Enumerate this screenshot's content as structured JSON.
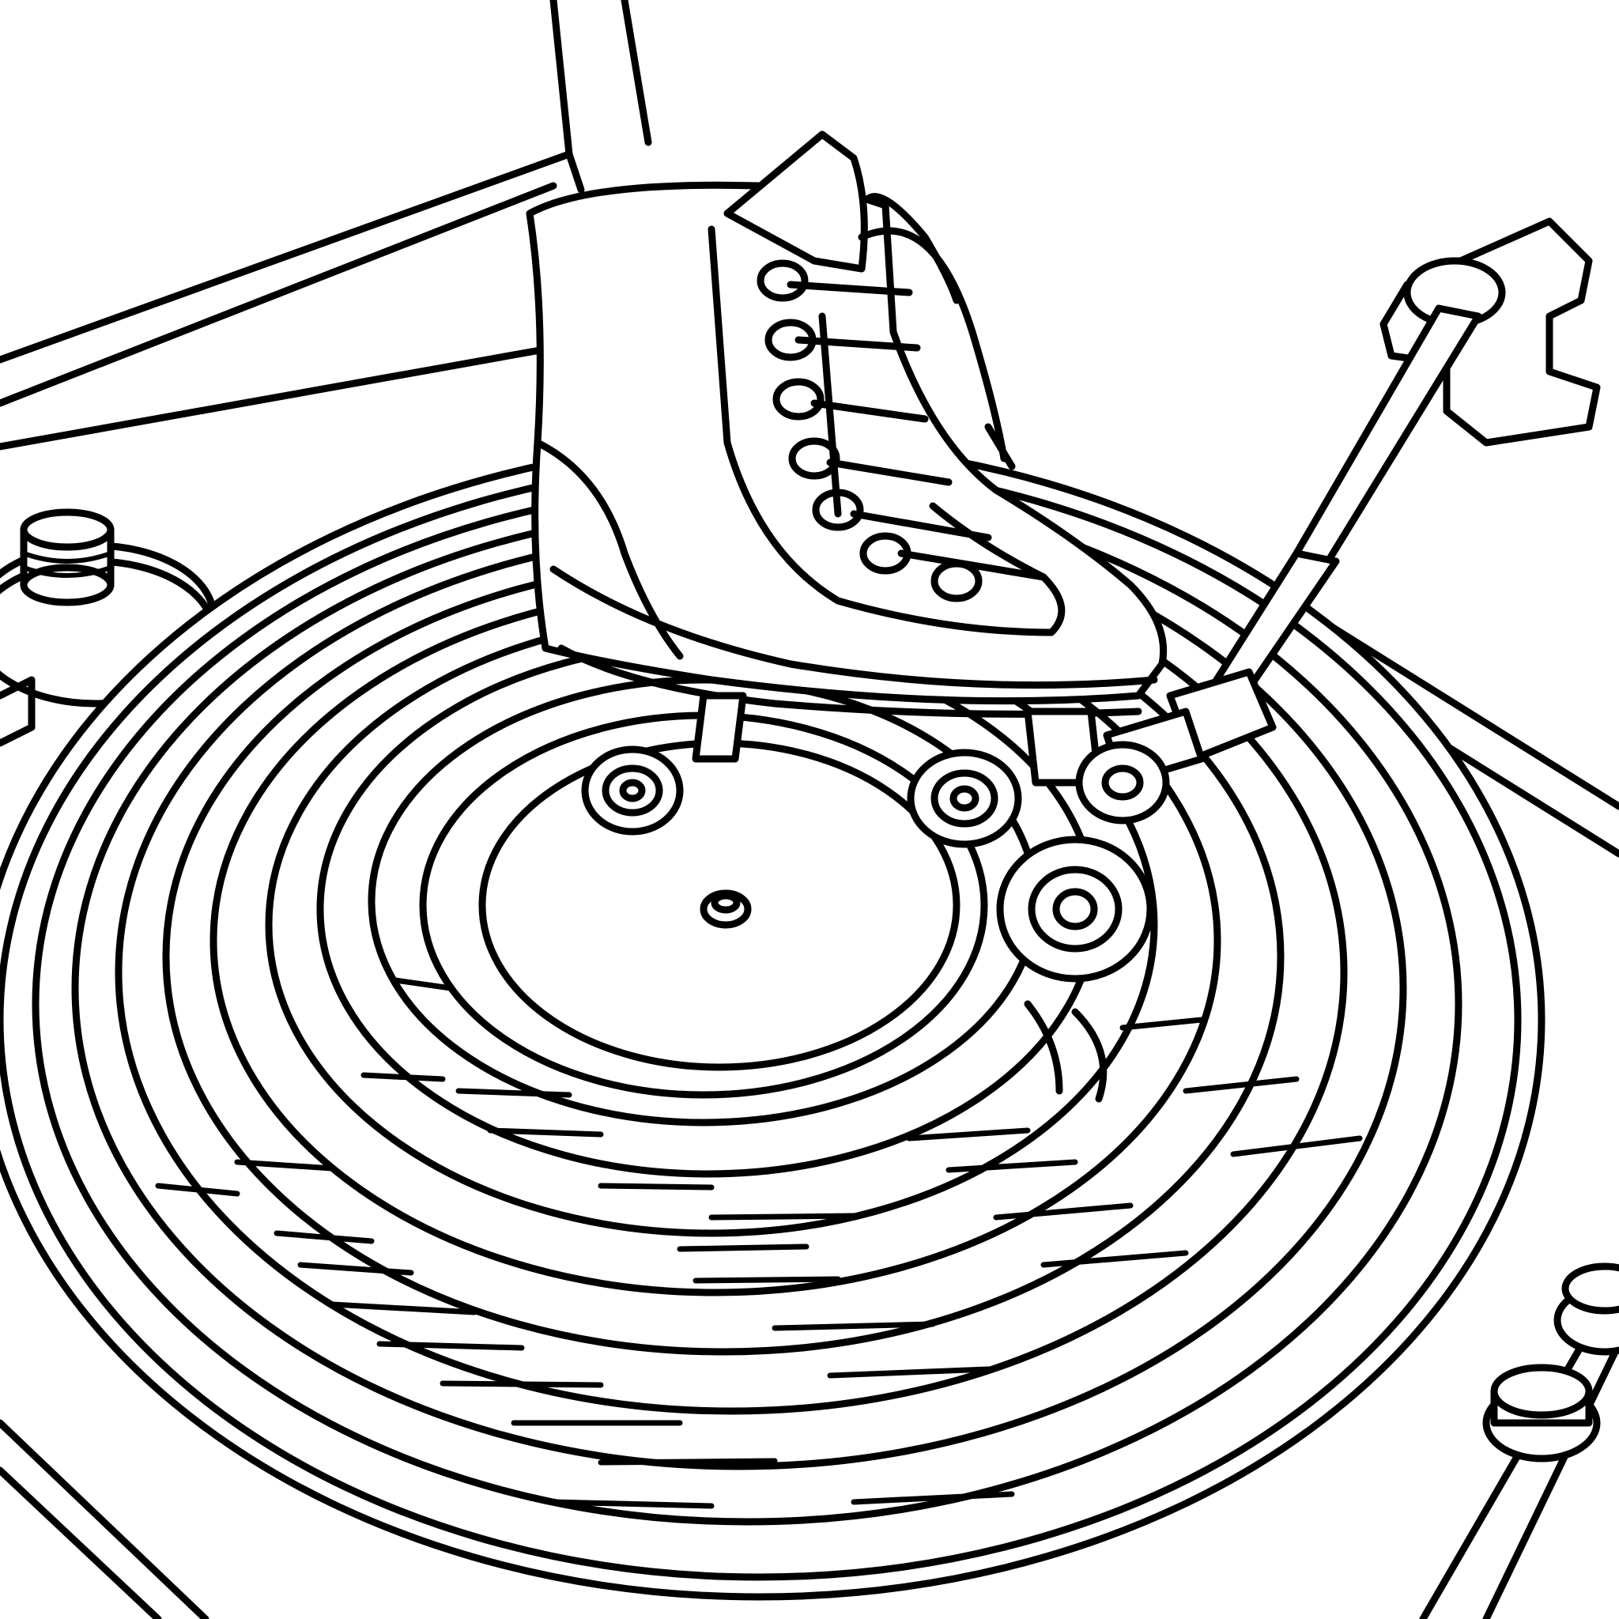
{
  "scene": {
    "colors": {
      "ink": "#000000",
      "paper": "#ffffff"
    },
    "objects": [
      "turntable-plinth",
      "vinyl-record",
      "record-label",
      "spindle",
      "tonearm",
      "headshell",
      "roller-skate",
      "skate-wheels",
      "control-knobs"
    ]
  }
}
